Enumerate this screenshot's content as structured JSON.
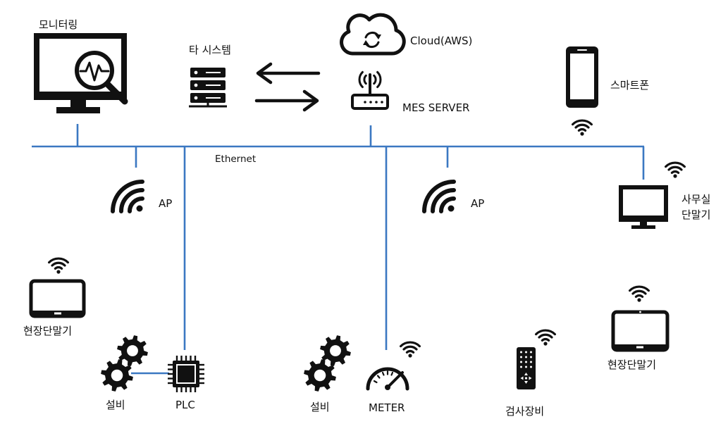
{
  "labels": {
    "monitoring": "모니터링",
    "other_system": "타 시스템",
    "cloud": "Cloud(AWS)",
    "mes_server": "MES SERVER",
    "smartphone": "스마트폰",
    "ethernet": "Ethernet",
    "ap_left": "AP",
    "ap_right": "AP",
    "office_terminal_line1": "사무실",
    "office_terminal_line2": "단말기",
    "field_terminal_left": "현장단말기",
    "field_terminal_right": "현장단말기",
    "equipment_left": "설비",
    "plc": "PLC",
    "equipment_middle": "설비",
    "meter": "METER",
    "inspection_equipment": "검사장비"
  },
  "colors": {
    "network_line": "#3B78C2",
    "icon": "#111111",
    "background": "#ffffff"
  },
  "icons": [
    "monitor-magnifier-icon",
    "server-rack-icon",
    "bidirectional-arrows-icon",
    "cloud-sync-icon",
    "router-icon",
    "smartphone-icon",
    "wifi-icon",
    "access-point-icon",
    "desktop-monitor-icon",
    "tablet-icon",
    "gears-icon",
    "chip-icon",
    "gauge-icon",
    "handheld-scanner-icon"
  ]
}
